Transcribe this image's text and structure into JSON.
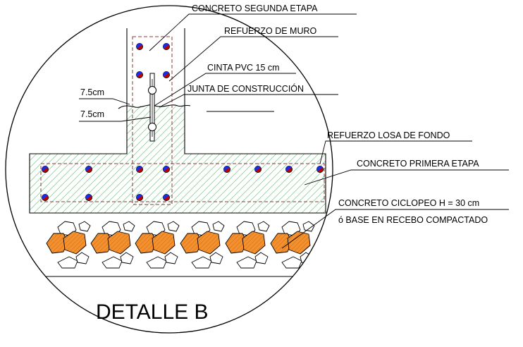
{
  "labels": {
    "concreto_segunda_etapa": "CONCRETO SEGUNDA ETAPA",
    "refuerzo_de_muro": "REFUERZO DE MURO",
    "cinta_pvc": "CINTA PVC  15 cm",
    "junta_de_construccion": "JUNTA DE CONSTRUCCIÓN",
    "dim_upper": "7.5cm",
    "dim_lower": "7.5cm",
    "refuerzo_losa_de_fondo": "REFUERZO LOSA DE FONDO",
    "concreto_primera_etapa": "CONCRETO PRIMERA ETAPA",
    "concreto_ciclopeo": "CONCRETO CICLOPEO H = 30 cm",
    "base_recebo": "ó  BASE EN RECEBO COMPACTADO"
  },
  "title": "DETALLE B",
  "colors": {
    "hatch": "#6fe28a",
    "rebar_red": "#c00000",
    "rebar_blue": "#1b2ee0",
    "stone_fill": "#f39130",
    "stone_outline": "#000000",
    "cage_line": "#8a3b3b"
  }
}
